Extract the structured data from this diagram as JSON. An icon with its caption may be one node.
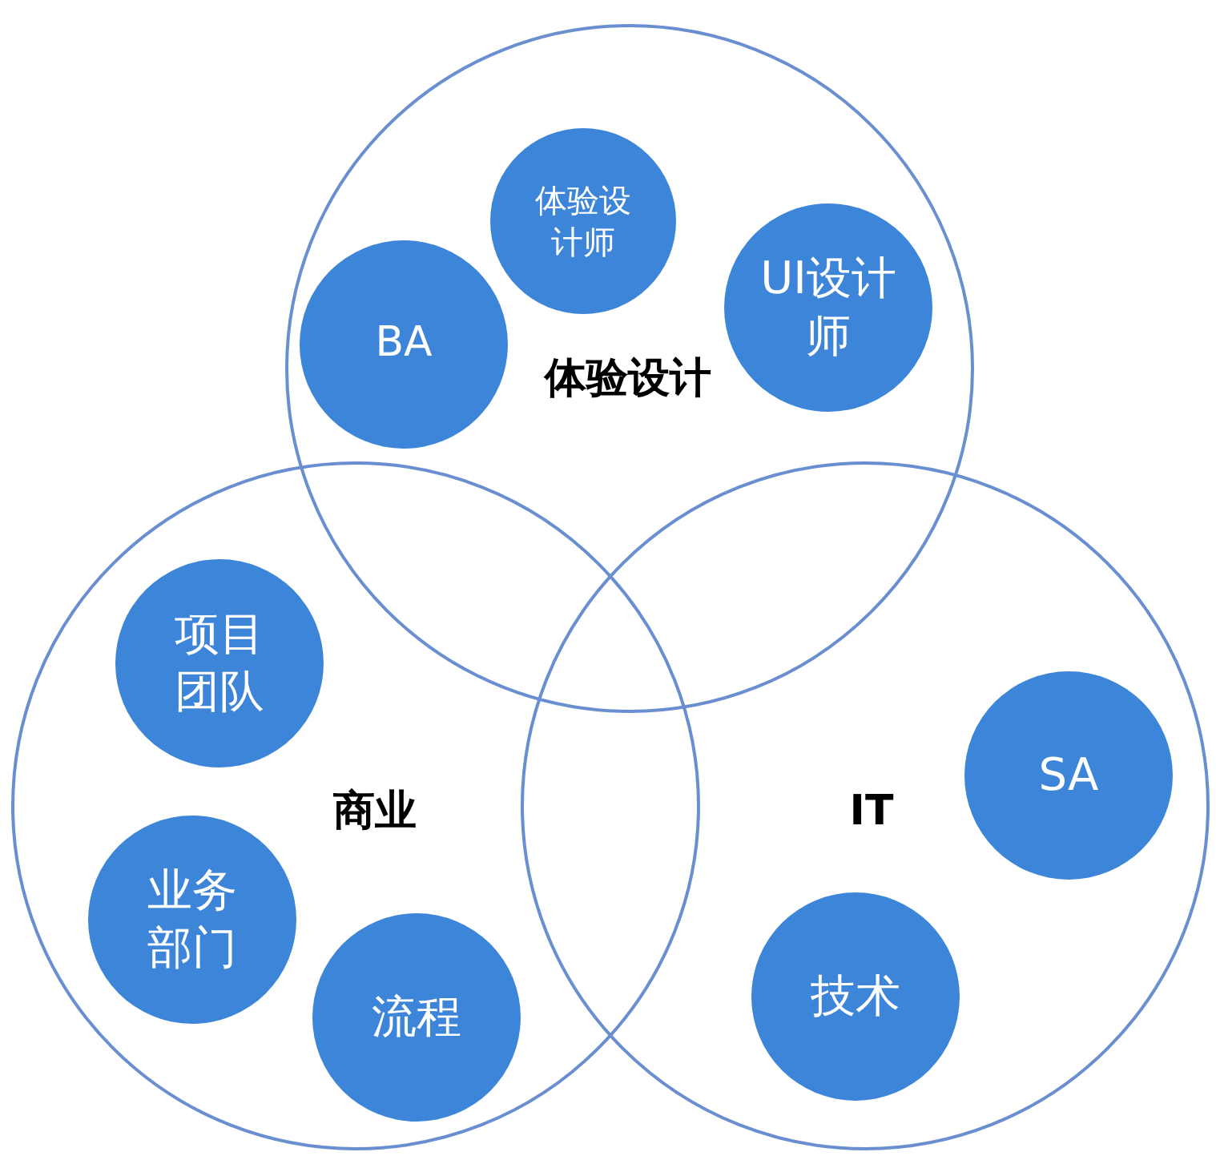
{
  "diagram": {
    "nodes": [
      {
        "text": [
          "体验设计"
        ]
      },
      {
        "text": [
          "BA"
        ],
        "in": 0
      },
      {
        "text": [
          "体验设计师"
        ],
        "in": 0
      },
      {
        "text": [
          "UI设计师"
        ],
        "in": 0
      },
      {
        "text": [
          "商业"
        ]
      },
      {
        "text": [
          "项目团队"
        ],
        "in": 4
      },
      {
        "text": [
          "业务部门"
        ],
        "in": 4
      },
      {
        "text": [
          "流程"
        ],
        "in": 4
      },
      {
        "text": [
          "IT"
        ]
      },
      {
        "text": [
          "SA"
        ],
        "in": 8
      },
      {
        "text": [
          "技术"
        ],
        "in": 8
      }
    ]
  }
}
